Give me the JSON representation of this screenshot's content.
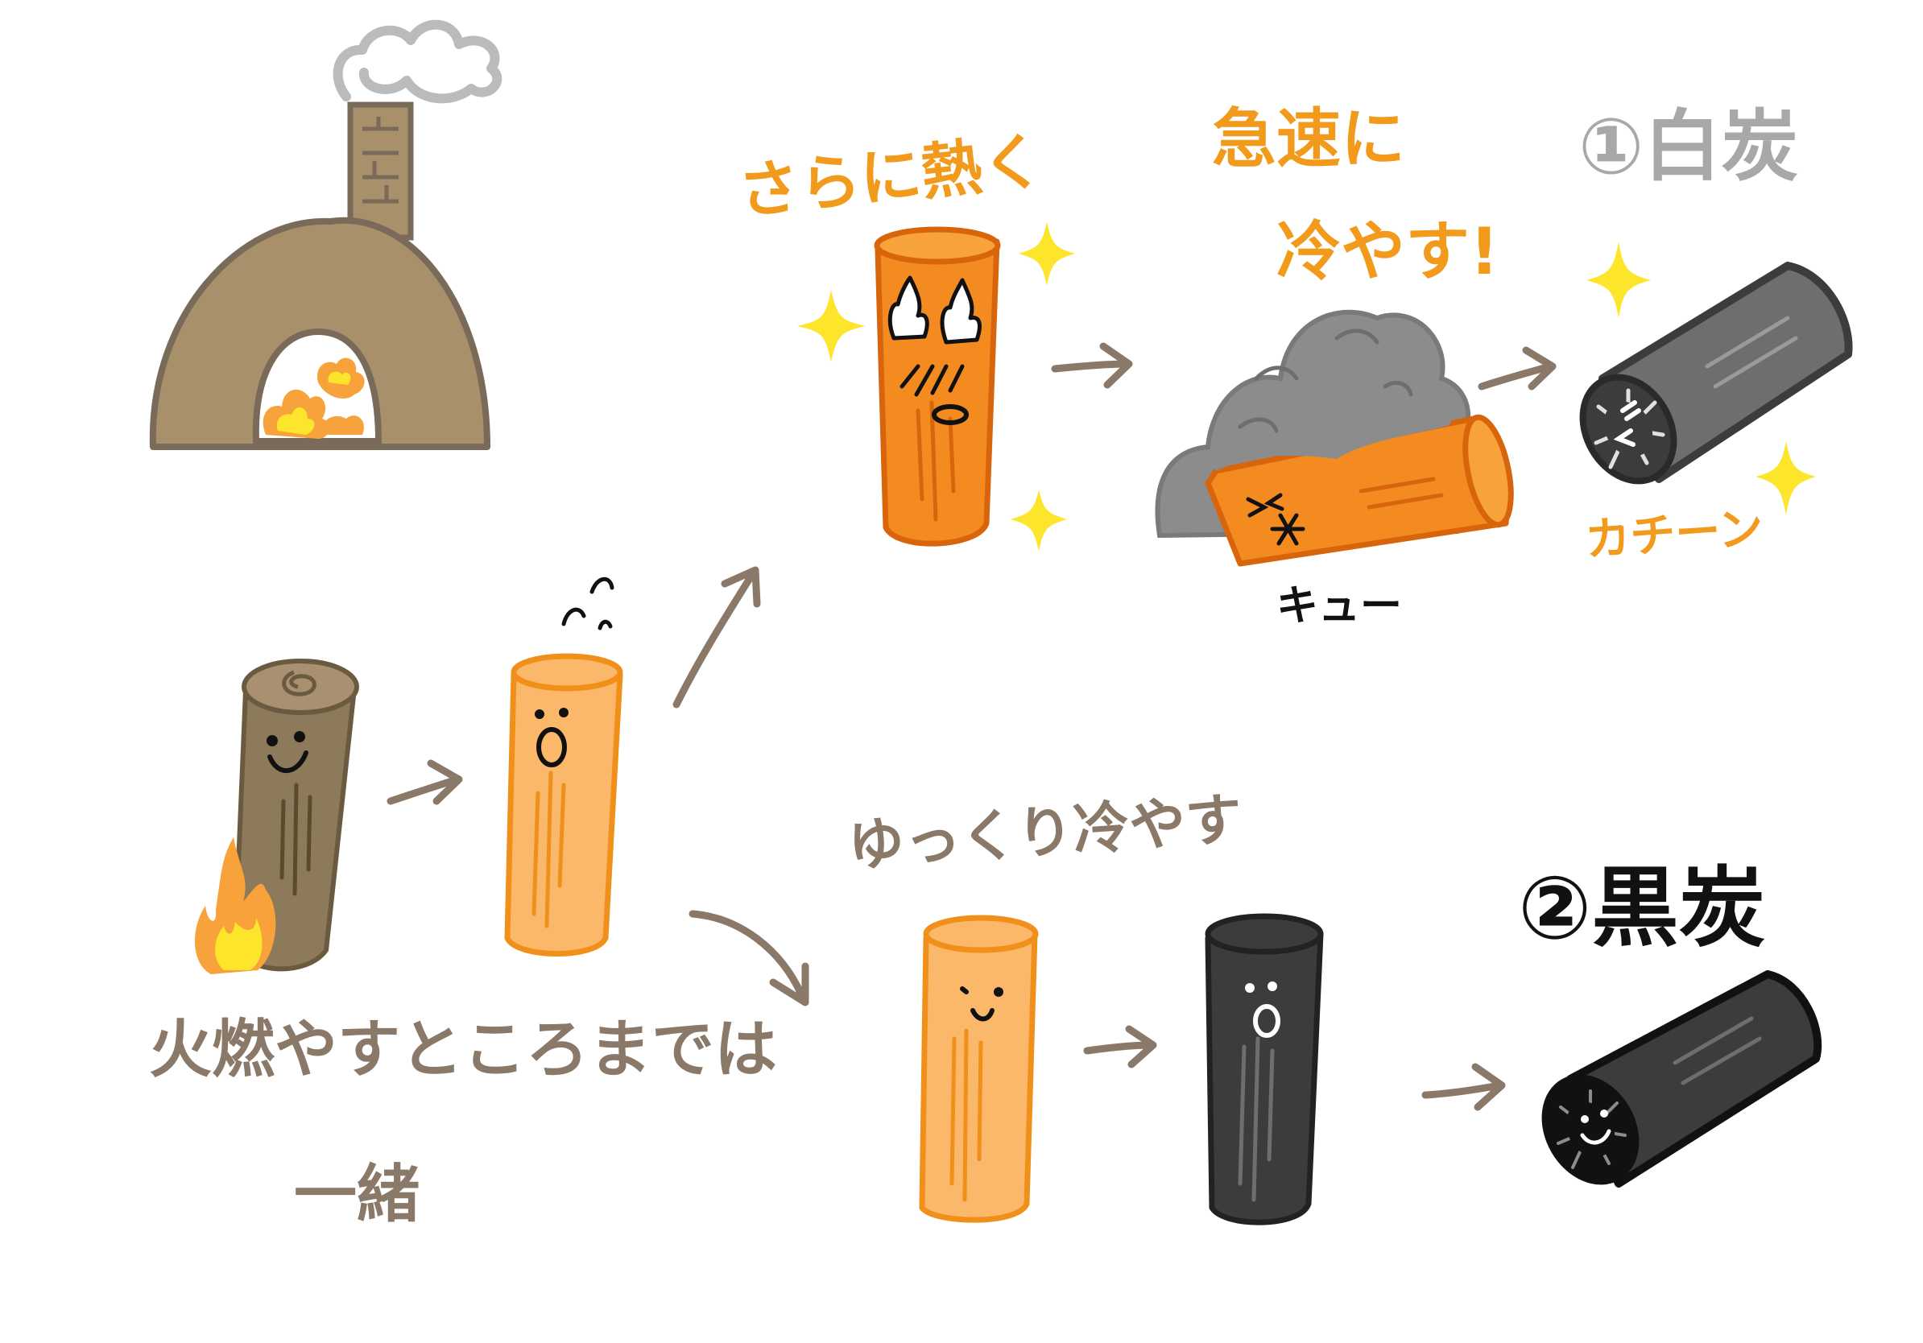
{
  "labels": {
    "burn_until": "火燃やすところまでは",
    "together": "一緒",
    "heat_more": "さらに熱く",
    "cool_fast_1": "急速に",
    "cool_fast_2": "冷やす!",
    "white_charcoal": "①白炭",
    "kachin": "カチーン",
    "kyu": "キュー",
    "cool_slow": "ゆっくり冷やす",
    "black_charcoal": "②黒炭"
  },
  "colors": {
    "kiln": "#a8906a",
    "kiln_outline": "#7a6a5a",
    "smoke": "#bbbbbb",
    "wood": "#8c7a5a",
    "orange_light": "#fbb86a",
    "orange_mid": "#f7a23a",
    "orange_hot": "#f48b20",
    "orange_outline": "#f0901a",
    "ash": "#8c8c8c",
    "charcoal_black": "#3c3c3c",
    "charcoal_white": "#6e6e6e",
    "sparkle": "#fde52c",
    "arrow": "#8a7868",
    "text_brown": "#8a7868",
    "text_orange": "#f29a1c",
    "text_gray": "#a8a8a8",
    "text_black": "#111111"
  }
}
